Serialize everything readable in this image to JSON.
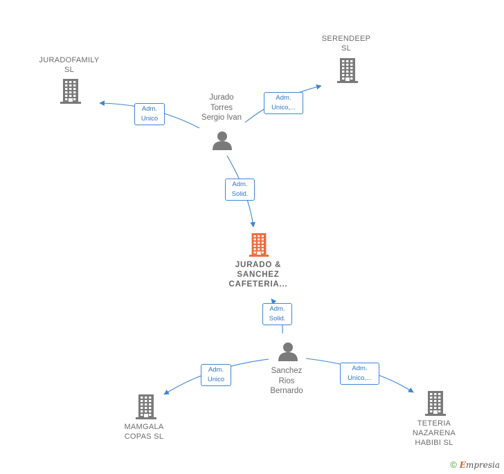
{
  "colors": {
    "edge": "#3a86d8",
    "company_icon": "#7a7a7a",
    "person_icon": "#7a7a7a",
    "focus_icon": "#f0683a"
  },
  "nodes": {
    "jurado_torres": {
      "label": "Jurado\nTorres\nSergio Ivan",
      "type": "person",
      "icon": "person-icon"
    },
    "jurado_sanchez": {
      "label": "JURADO &\nSANCHEZ\nCAFETERIA...",
      "type": "company-focus",
      "icon": "building-icon"
    },
    "sanchez_rios": {
      "label": "Sanchez\nRios\nBernardo",
      "type": "person",
      "icon": "person-icon"
    },
    "juradofamily": {
      "label": "JURADOFAMILY\nSL",
      "type": "company",
      "icon": "building-icon"
    },
    "serendeep": {
      "label": "SERENDEEP\nSL",
      "type": "company",
      "icon": "building-icon"
    },
    "mamgala": {
      "label": "MAMGALA\nCOPAS SL",
      "type": "company",
      "icon": "building-icon"
    },
    "teteria": {
      "label": "TETERIA\nNAZARENA\nHABIBI  SL",
      "type": "company",
      "icon": "building-icon"
    }
  },
  "edges": {
    "e1": {
      "from": "jurado_torres",
      "to": "juradofamily",
      "label": "Adm.\nUnico"
    },
    "e2": {
      "from": "jurado_torres",
      "to": "serendeep",
      "label": "Adm.\nUnico,..."
    },
    "e3": {
      "from": "jurado_torres",
      "to": "jurado_sanchez",
      "label": "Adm.\nSolid."
    },
    "e4": {
      "from": "sanchez_rios",
      "to": "jurado_sanchez",
      "label": "Adm.\nSolid."
    },
    "e5": {
      "from": "sanchez_rios",
      "to": "mamgala",
      "label": "Adm.\nUnico"
    },
    "e6": {
      "from": "sanchez_rios",
      "to": "teteria",
      "label": "Adm.\nUnico,..."
    }
  },
  "brand": {
    "copyright": "©",
    "name_first": "E",
    "name_rest": "mpresia"
  }
}
